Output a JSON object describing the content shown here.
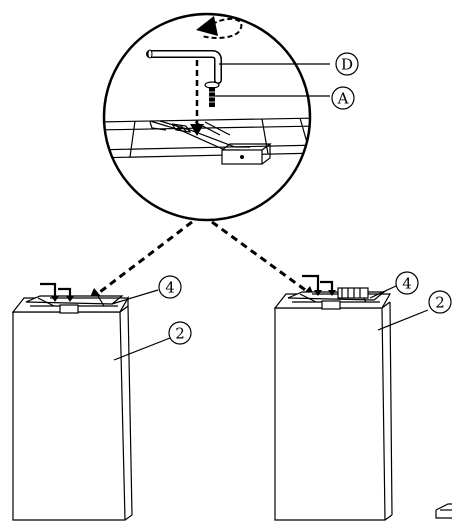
{
  "callouts": {
    "D": "D",
    "A": "A",
    "left_4": "4",
    "left_2": "2",
    "right_4": "4",
    "right_2": "2"
  },
  "icons": {
    "rotate": "rotate-arrow-icon",
    "hex_key": "hex-key-icon",
    "screw": "screw-icon"
  }
}
